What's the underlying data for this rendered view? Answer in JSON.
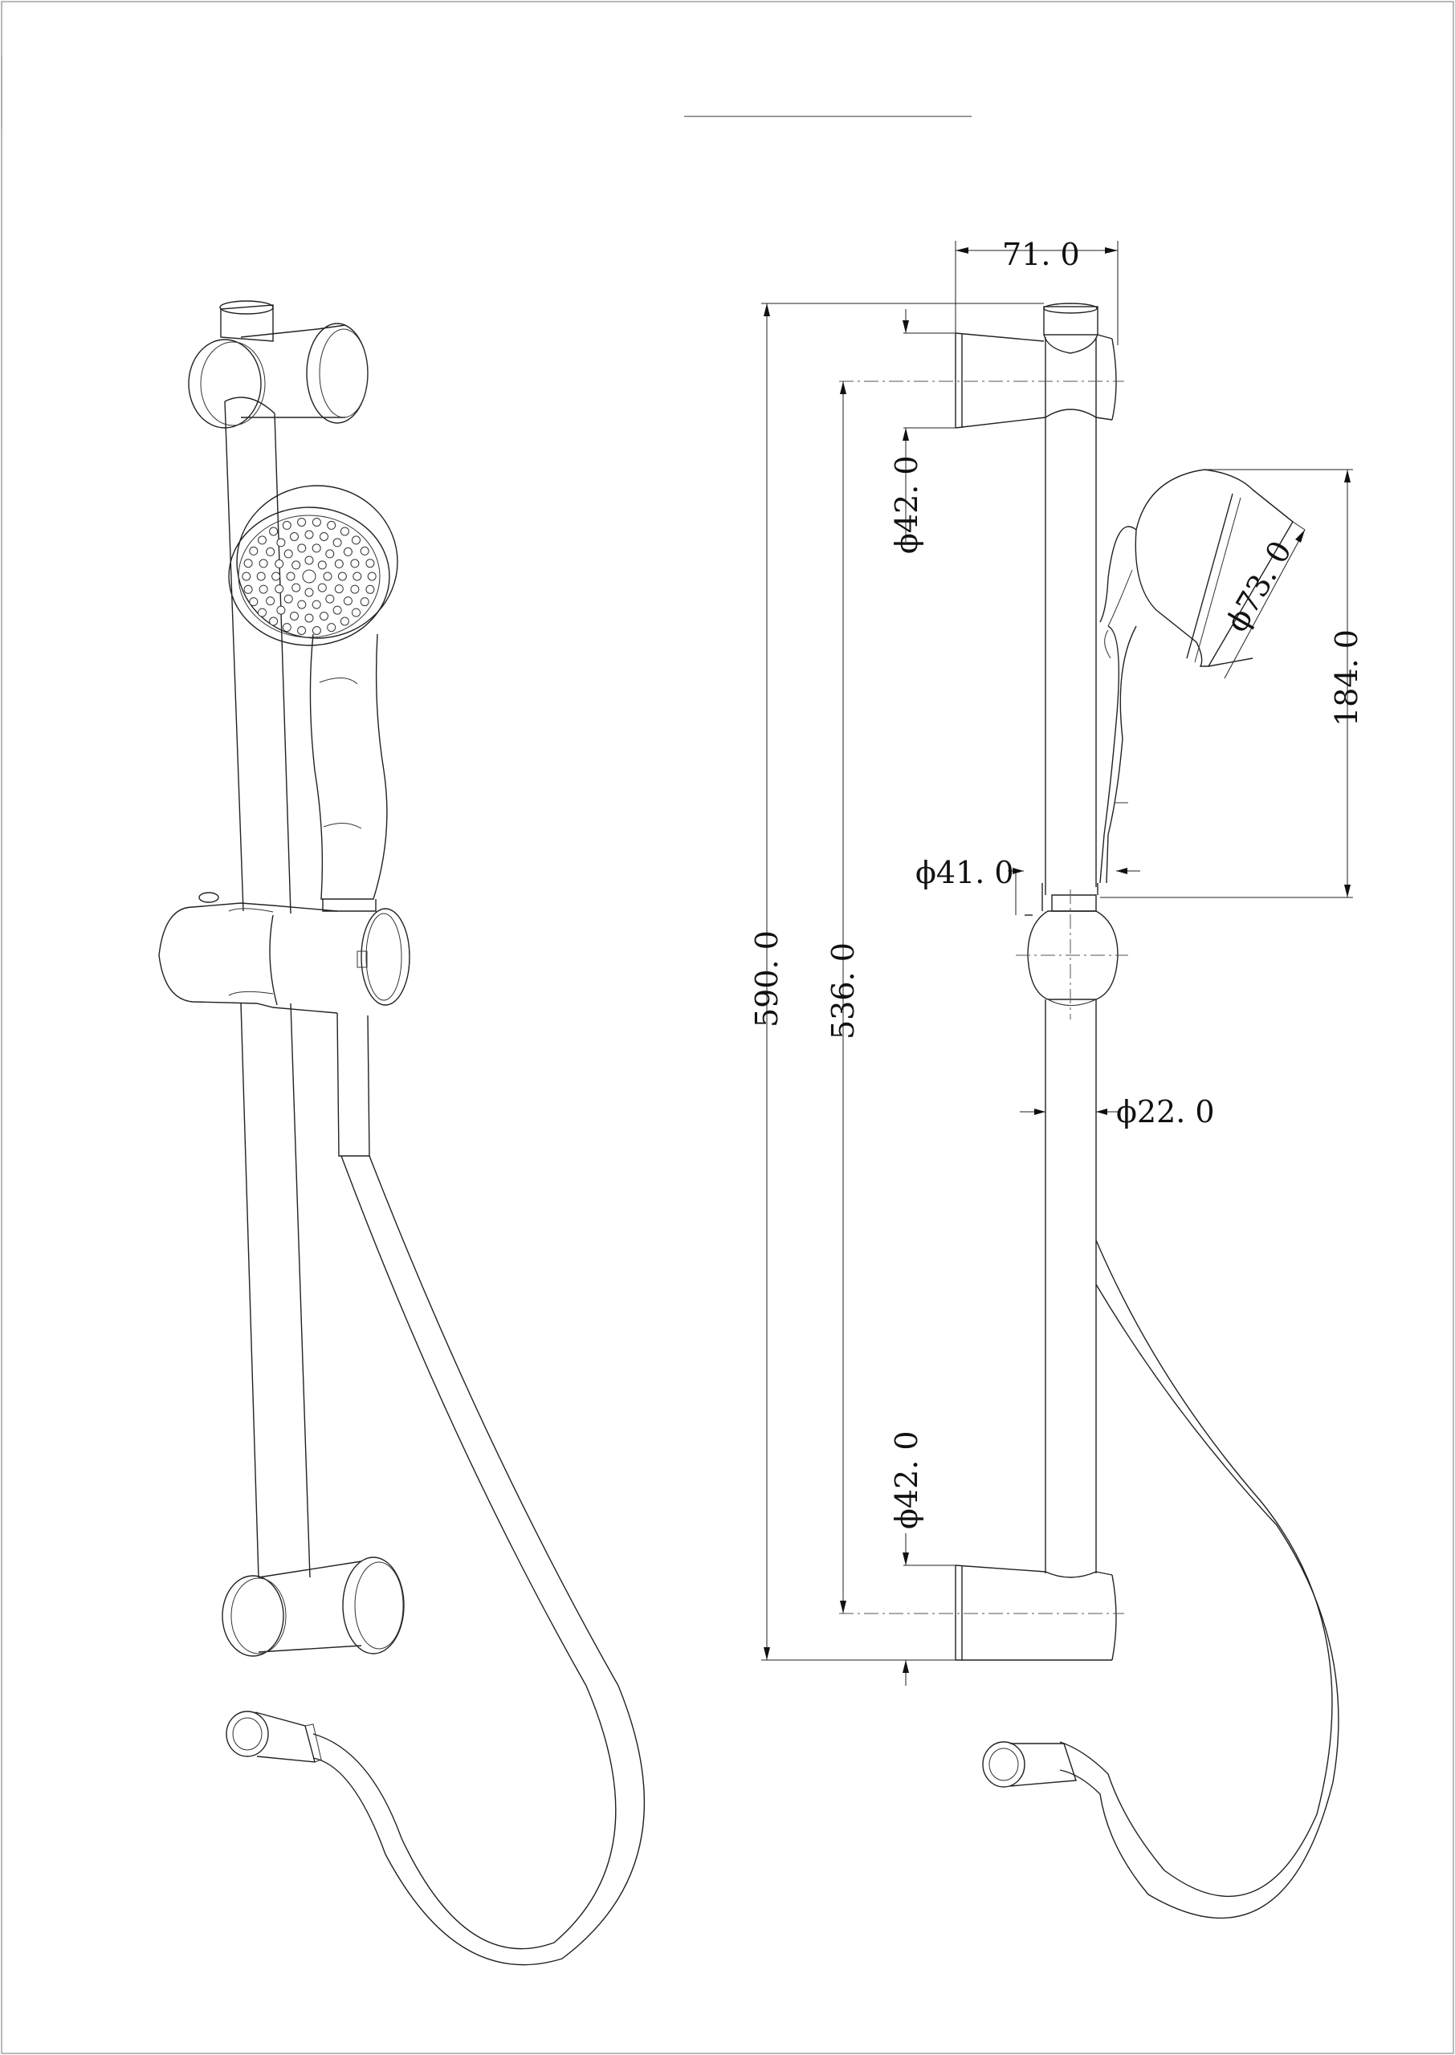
{
  "dimensions": {
    "width_top": "71. 0",
    "bracket_top_diameter": "ϕ42. 0",
    "head_diameter": "ϕ73. 0",
    "head_height": "184. 0",
    "slider_diameter": "ϕ41. 0",
    "total_length": "590. 0",
    "center_distance": "536. 0",
    "rail_diameter": "ϕ22. 0",
    "bracket_bottom_diameter": "ϕ42. 0"
  }
}
